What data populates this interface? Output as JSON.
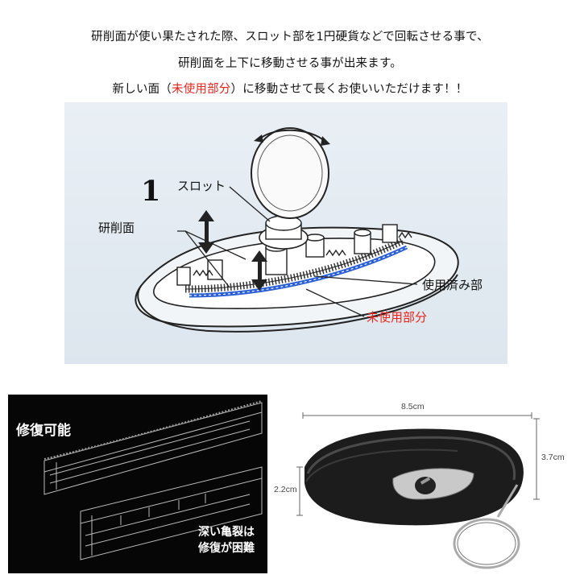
{
  "intro": {
    "line1": "研削面が使い果たされた際、スロット部を1円硬貨などで回転させる事で、",
    "line2": "研削面を上下に移動させる事が出来ます。",
    "line3_before": "新しい面（",
    "line3_highlight": "未使用部分",
    "line3_after": "）に移動させて長くお使いいただけます！！"
  },
  "diagram": {
    "coin_digit": "1",
    "labels": {
      "slot": "スロット",
      "grinding_surface": "研削面",
      "used_part": "使用済み部",
      "unused_part": "未使用部分"
    }
  },
  "repair": {
    "repairable": "修復可能",
    "deep_crack_line1": "深い亀裂は",
    "deep_crack_line2": "修復が困難"
  },
  "product": {
    "width": "8.5cm",
    "height": "3.7cm",
    "thickness": "2.2cm"
  },
  "colors": {
    "highlight_red": "#e8251d",
    "diagram_bg": "#e4ebf2",
    "unused_blue": "#2a5fd6"
  }
}
